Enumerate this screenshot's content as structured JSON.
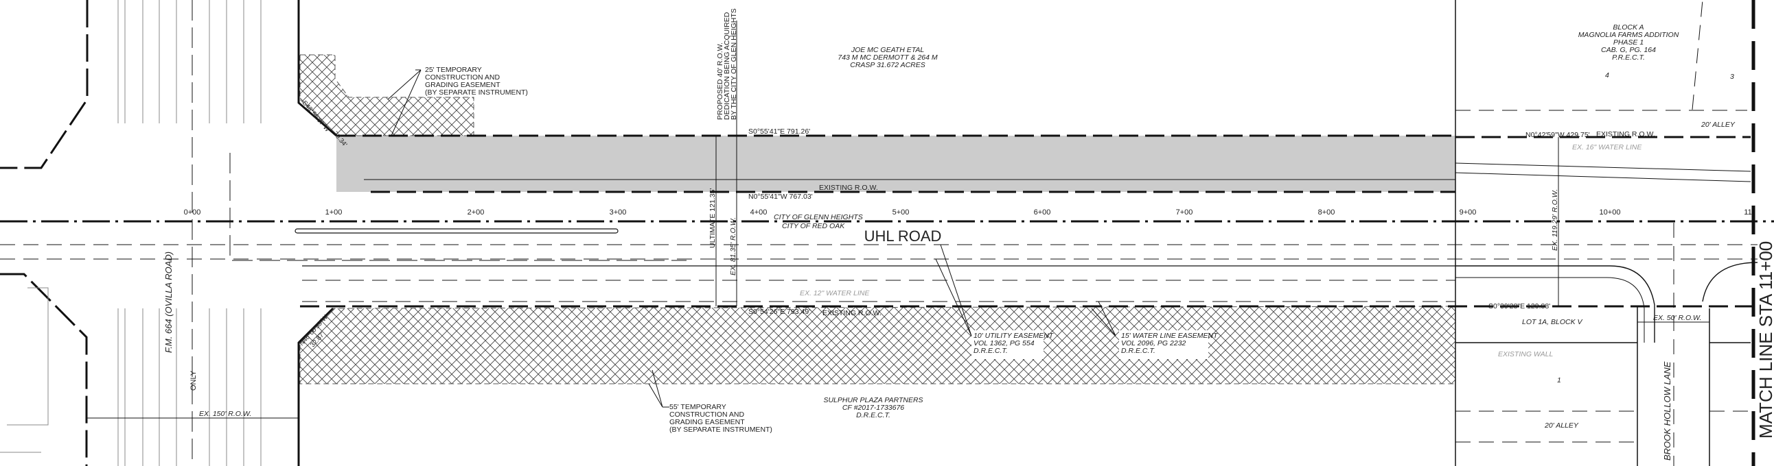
{
  "drawing": {
    "road_name": "UHL ROAD",
    "cross_road": "F.M. 664 (OVILLA ROAD)",
    "side_street": "BROOK HOLLOW LANE",
    "match_line": "MATCH LINE STA 11+00",
    "stations": [
      "0+00",
      "1+00",
      "2+00",
      "3+00",
      "4+00",
      "5+00",
      "6+00",
      "7+00",
      "8+00",
      "9+00",
      "10+00",
      "11"
    ],
    "north_owner": [
      "JOE MC GEATH ETAL",
      "743 M MC DERMOTT & 264 M",
      "CRASP 31.672 ACRES"
    ],
    "south_owner": [
      "SULPHUR PLAZA PARTNERS",
      "CF #2017-1733676",
      "D.R.E.C.T."
    ],
    "block_a": [
      "BLOCK A",
      "MAGNOLIA FARMS ADDITION",
      "PHASE 1",
      "CAB. G, PG. 164",
      "P.R.E.C.T."
    ],
    "lots": {
      "lot4": "4",
      "lot3": "3",
      "lot1": "1"
    },
    "alley_north": "20' ALLEY",
    "alley_south": "20' ALLEY",
    "proposed_row": [
      "PROPOSED 40' R.O.W.",
      "DEDICATION BEING ACQUIRED",
      "BY THE CITY OF GLEN HEIGHTS"
    ],
    "ultimate": "ULTIMATE 121.35'",
    "ex_row_81": "EX. 81.35' R.O.W.",
    "ex_row_119": "EX. 119.29' R.O.W.",
    "ex_row_150": "EX. 150' R.O.W.",
    "ex_row_50": "EX. 50' R.O.W.",
    "bearing_north": "S0°55'41\"E   791.26'",
    "bearing_existing_n": "N0°55'41\"W   767.03'",
    "bearing_south": "S0°54'26\"E   793.49'",
    "bearing_right_n": "N0°42'59\"W   429.75'",
    "bearing_right_s": "S0°39'28\"E   129.88'",
    "bearing_corner_nw": "S43°59'07\"W",
    "bearing_corner_nw_len": "70.34'",
    "bearing_corner_sw": "N46°00'53\"W",
    "bearing_corner_sw_len": "32.87'",
    "existing_row": "EXISTING R.O.W.",
    "city_north": "CITY OF GLENN HEIGHTS",
    "city_south": "CITY OF RED OAK",
    "water_12": "EX. 12\" WATER LINE",
    "water_16": "EX. 16\" WATER LINE",
    "temp_25": [
      "25' TEMPORARY",
      "CONSTRUCTION AND",
      "GRADING EASEMENT",
      "(BY SEPARATE INSTRUMENT)"
    ],
    "temp_55": [
      "55' TEMPORARY",
      "CONSTRUCTION AND",
      "GRADING EASEMENT",
      "(BY SEPARATE INSTRUMENT)"
    ],
    "utility_easement": [
      "10' UTILITY EASEMENT",
      "VOL 1362, PG 554",
      "D.R.E.C.T."
    ],
    "water_easement": [
      "15' WATER LINE EASEMENT",
      "VOL 2096, PG 2232",
      "D.R.E.C.T."
    ],
    "lot_1a": "LOT 1A, BLOCK V",
    "existing_wall": "EXISTING WALL",
    "only_marking": "ONLY"
  },
  "colors": {
    "proposed_row_fill": "#cccccc",
    "line": "#111111",
    "gray_text": "#9a9a9a"
  }
}
